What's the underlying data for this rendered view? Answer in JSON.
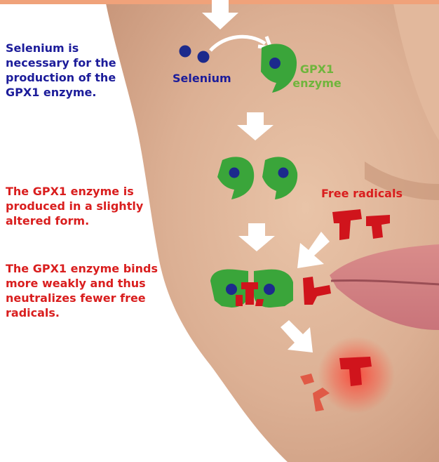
{
  "captions": {
    "selenium_step": "Selenium is necessary for the production of the GPX1 enzyme.",
    "altered_step": "The GPX1 enzyme is produced in a slightly altered form.",
    "weak_binding_step": "The GPX1 enzyme binds more weakly and thus neutralizes fewer free radicals."
  },
  "labels": {
    "selenium": "Selenium",
    "gpx1_line1": "GPX1",
    "gpx1_line2": "enzyme",
    "free_radicals": "Free radicals"
  },
  "colors": {
    "selenium_text": "#1c1c9a",
    "caption_red": "#d91e1e",
    "enzyme_green": "#3aa53a",
    "gpx1_label_green": "#6fb53c",
    "selenium_dot": "#1c2a8c",
    "radical_red": "#d0141c",
    "arrow_white": "#ffffff"
  }
}
